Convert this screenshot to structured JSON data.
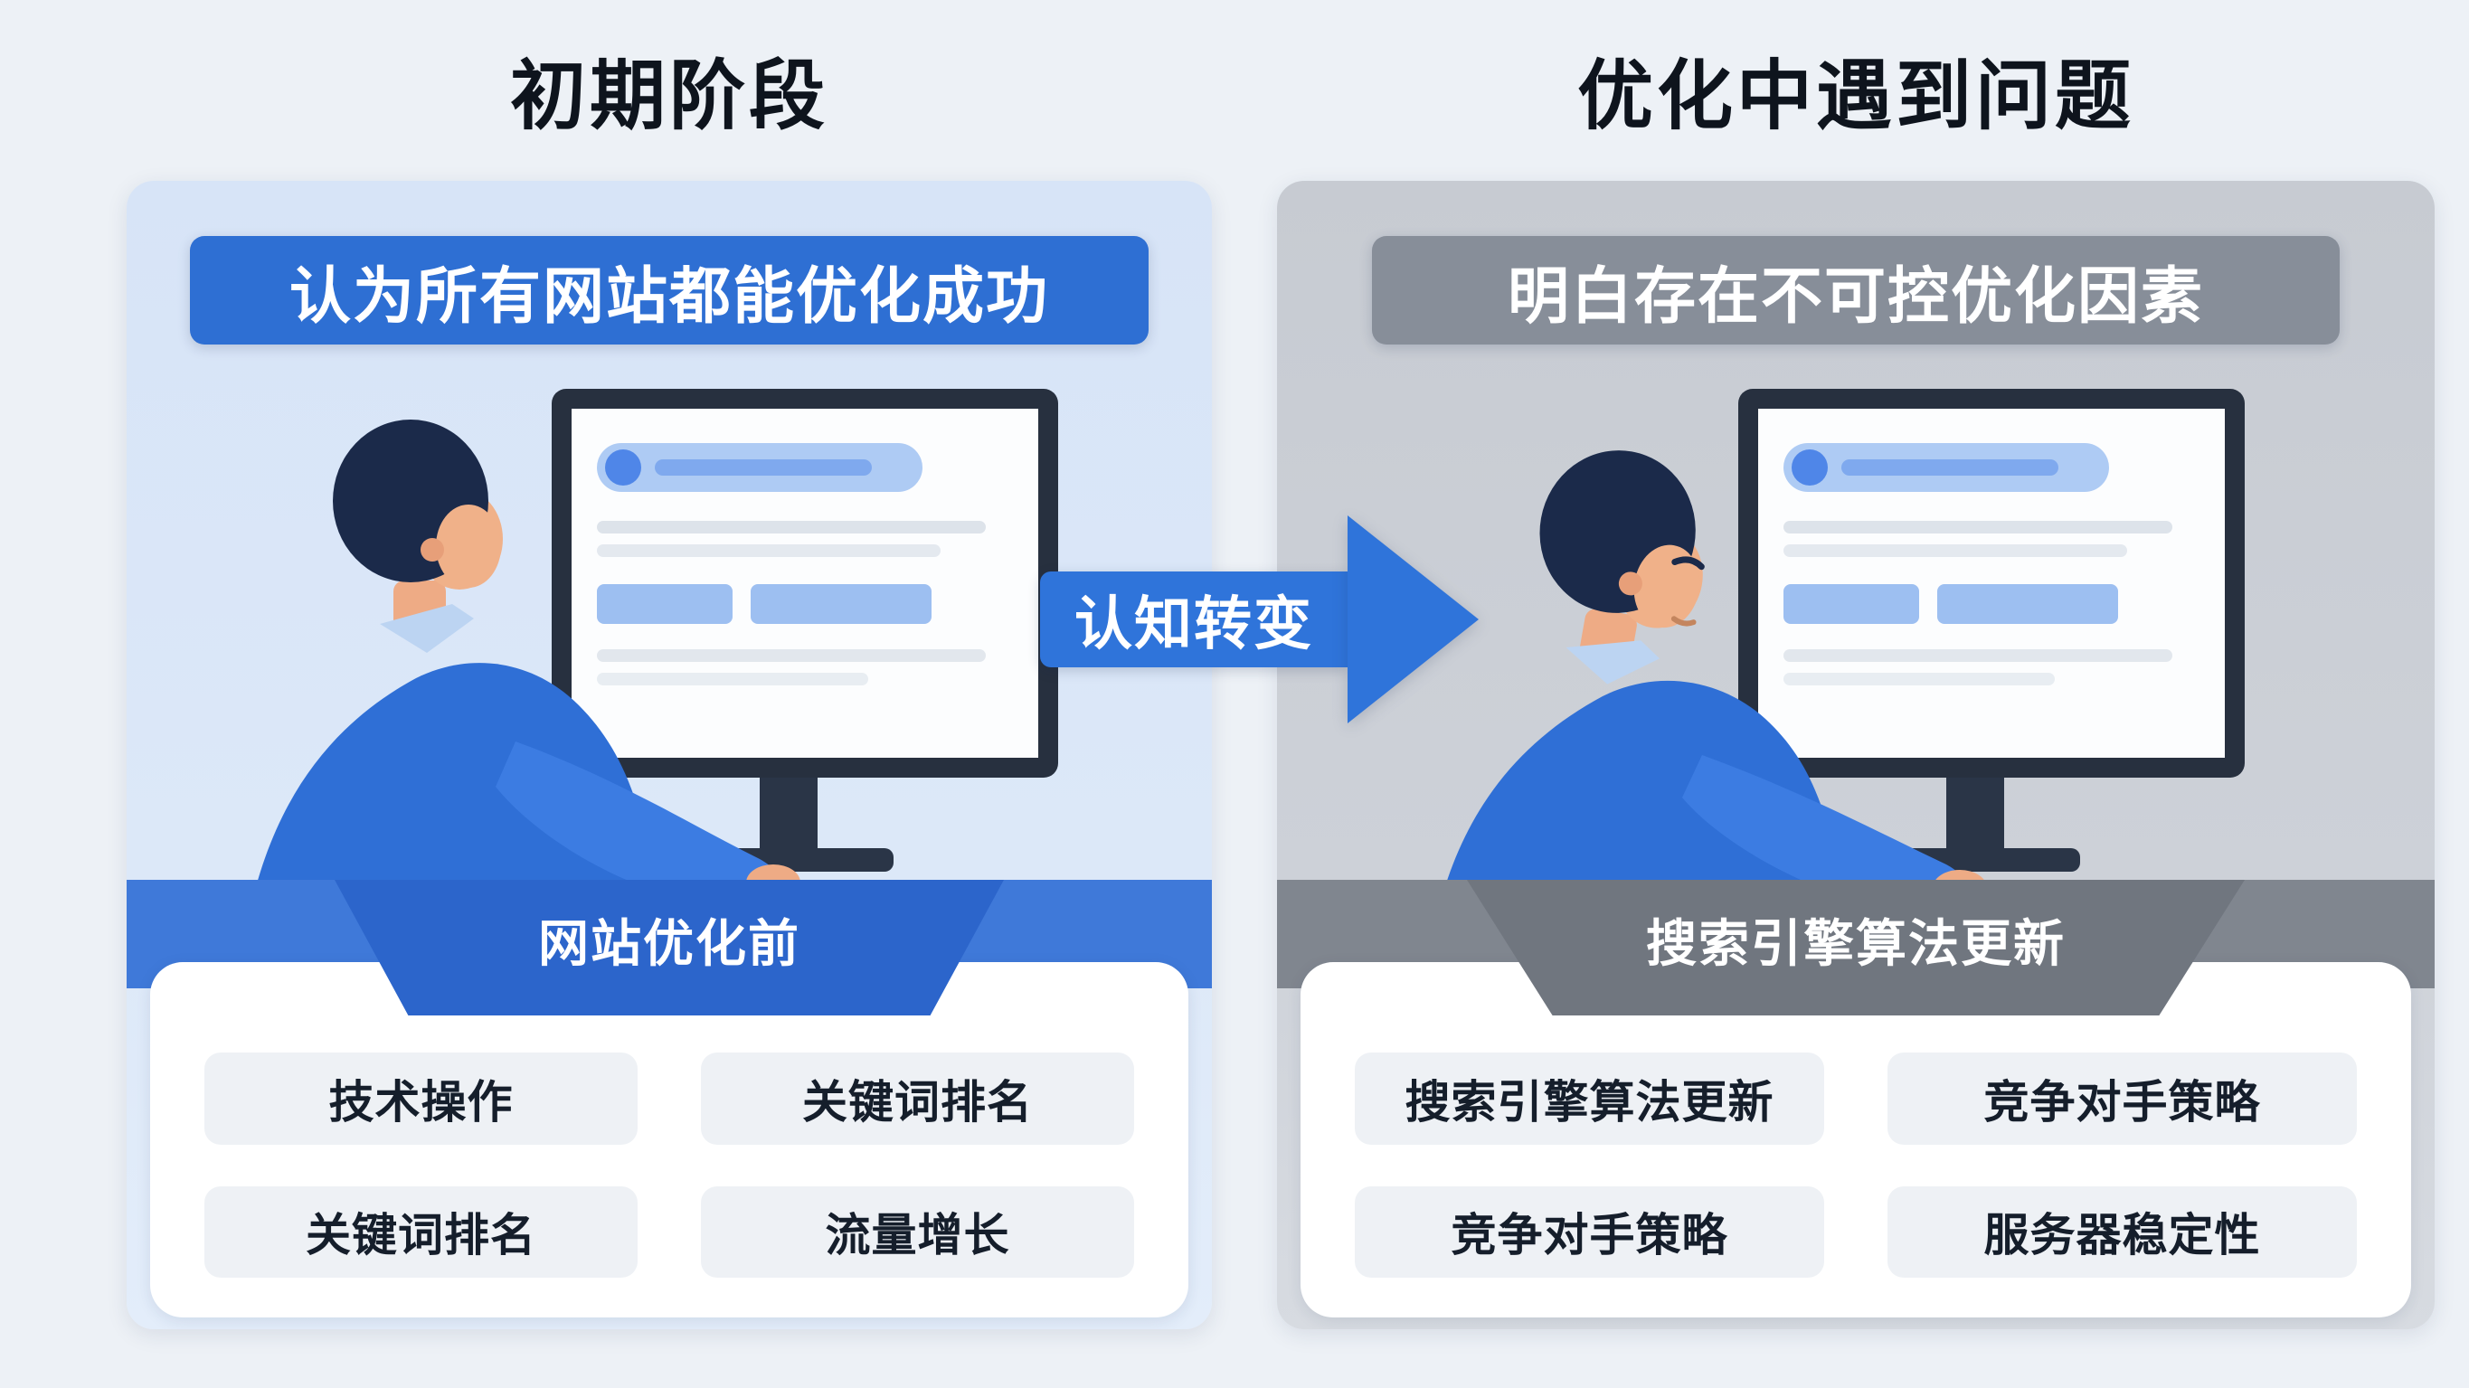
{
  "arrow": {
    "label": "认知转变"
  },
  "left": {
    "title": "初期阶段",
    "banner": {
      "label": "认为所有网站都能优化成功"
    },
    "tab": {
      "label": "网站优化前"
    },
    "pills": [
      "技术操作",
      "关键词排名",
      "关键词排名",
      "流量增长"
    ]
  },
  "right": {
    "title": "优化中遇到问题",
    "banner": {
      "label": "明白存在不可控优化因素"
    },
    "tab": {
      "label": "搜索引擎算法更新"
    },
    "pills": [
      "搜索引擎算法更新",
      "竞争对手策略",
      "竞争对手策略",
      "服务器稳定性"
    ]
  },
  "colors": {
    "page-bg": "#edf1f6",
    "accent-blue": "#2e6fd3",
    "arrow-blue": "#2f74da",
    "ribbon-blue": "#3f79d9",
    "tab-blue": "#2c65cb",
    "panel-blue": "#d7e4f7",
    "banner-gray": "#878e99",
    "ribbon-gray": "#80868f",
    "tab-gray": "#70767f",
    "panel-gray": "#c7cbd2",
    "pill-bg": "#eef1f5",
    "text-dark": "#151e2b"
  }
}
